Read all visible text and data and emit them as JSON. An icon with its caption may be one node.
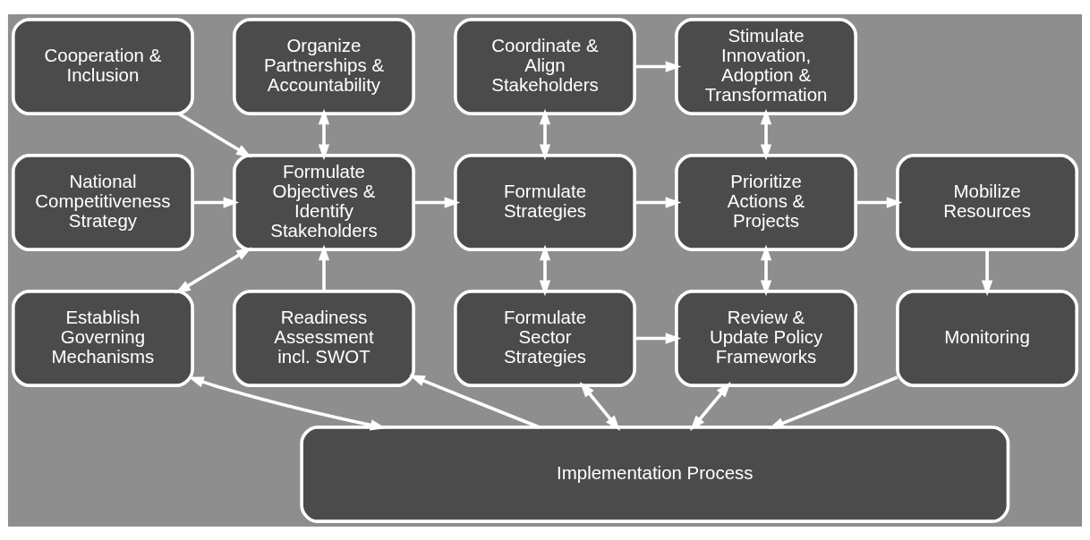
{
  "diagram": {
    "nodes": [
      {
        "text": [
          "Cooperation & Inclusion"
        ]
      },
      {
        "text": [
          "Organize Partnerships & Accountability"
        ]
      },
      {
        "text": [
          "Coordinate & Align Stakeholders"
        ]
      },
      {
        "text": [
          "Stimulate Innovation, Adoption & Transformation"
        ]
      },
      {
        "text": [
          "National Competitiveness Strategy"
        ]
      },
      {
        "text": [
          "Formulate Objectives & Identify Stakeholders"
        ]
      },
      {
        "text": [
          "Formulate Strategies"
        ]
      },
      {
        "text": [
          "Prioritize Actions & Projects"
        ]
      },
      {
        "text": [
          "Mobilize Resources"
        ]
      },
      {
        "text": [
          "Readiness Assessment incl. SWOT"
        ]
      },
      {
        "text": [
          "Establish Governing Mechanisms"
        ]
      },
      {
        "text": [
          "Formulate Sector Strategies"
        ]
      },
      {
        "text": [
          "Review & Update Policy Frameworks"
        ]
      },
      {
        "text": [
          "Monitoring"
        ]
      },
      {
        "text": [
          "Implementation Process"
        ]
      }
    ],
    "edges": [
      {
        "from": 0,
        "to": 5,
        "arrow": "to"
      },
      {
        "from": 4,
        "to": 5,
        "arrow": "to"
      },
      {
        "from": 9,
        "to": 5,
        "arrow": "to"
      },
      {
        "from": 1,
        "to": 5,
        "arrow": "both"
      },
      {
        "from": 5,
        "to": 10,
        "arrow": "both"
      },
      {
        "from": 5,
        "to": 6,
        "arrow": "to"
      },
      {
        "from": 2,
        "to": 3,
        "arrow": "to"
      },
      {
        "from": 2,
        "to": 6,
        "arrow": "both"
      },
      {
        "from": 6,
        "to": 11,
        "arrow": "both"
      },
      {
        "from": 6,
        "to": 7,
        "arrow": "to"
      },
      {
        "from": 3,
        "to": 7,
        "arrow": "both"
      },
      {
        "from": 7,
        "to": 12,
        "arrow": "both"
      },
      {
        "from": 11,
        "to": 12,
        "arrow": "to"
      },
      {
        "from": 7,
        "to": 8,
        "arrow": "to"
      },
      {
        "from": 8,
        "to": 13,
        "arrow": "to"
      },
      {
        "from": 13,
        "to": 14,
        "arrow": "to"
      },
      {
        "from": 14,
        "to": 9,
        "arrow": "to"
      },
      {
        "from": 10,
        "to": 14,
        "arrow": "both"
      },
      {
        "from": 11,
        "to": 14,
        "arrow": "both"
      },
      {
        "from": 12,
        "to": 14,
        "arrow": "both"
      }
    ]
  }
}
